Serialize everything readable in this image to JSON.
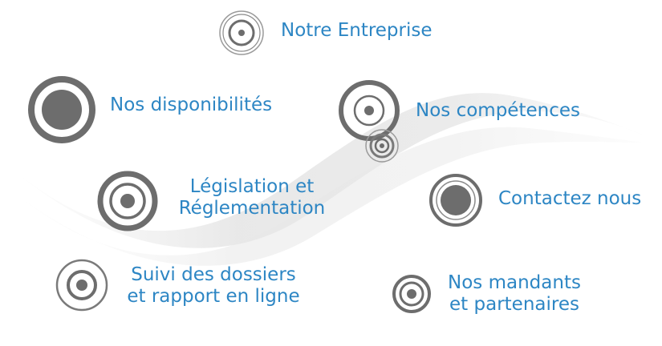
{
  "nav": {
    "items": [
      {
        "label_lines": [
          "Notre Entreprise"
        ]
      },
      {
        "label_lines": [
          "Nos disponibilités"
        ]
      },
      {
        "label_lines": [
          "Nos compétences"
        ]
      },
      {
        "label_lines": [
          "Législation et",
          "Réglementation"
        ]
      },
      {
        "label_lines": [
          "Contactez nous"
        ]
      },
      {
        "label_lines": [
          "Suivi des dossiers",
          "et rapport en ligne"
        ]
      },
      {
        "label_lines": [
          "Nos mandants",
          "et partenaires"
        ]
      }
    ]
  },
  "icons": {
    "style": "concentric-target",
    "ring_color": "#6d6d6d",
    "ring_light_color": "#9a9a9a"
  },
  "colors": {
    "link": "#2d86c4",
    "background": "#ffffff"
  }
}
